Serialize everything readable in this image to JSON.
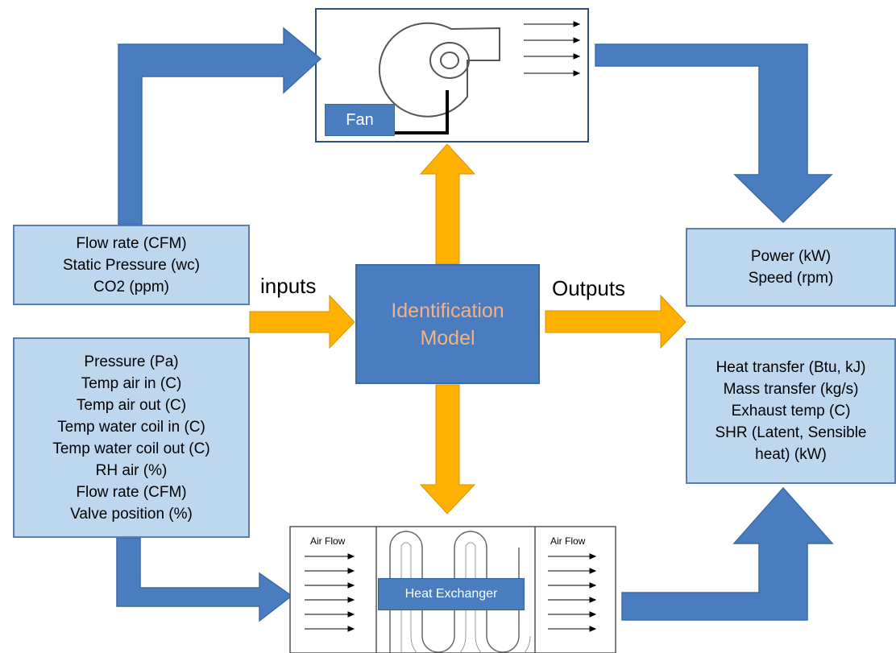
{
  "colors": {
    "arrow_blue": "#4a7cc0",
    "arrow_orange": "#ffb000",
    "box_fill": "#bdd7ee",
    "model_text": "#f4b183"
  },
  "labels": {
    "inputs": "inputs",
    "outputs": "Outputs"
  },
  "model": {
    "line1": "Identification",
    "line2": "Model"
  },
  "fan": {
    "label": "Fan"
  },
  "heat_exchanger": {
    "label": "Heat Exchanger",
    "airflow_left": "Air Flow",
    "airflow_right": "Air Flow"
  },
  "inputs_top": {
    "lines": [
      "Flow rate (CFM)",
      "Static Pressure (wc)",
      "CO2 (ppm)"
    ]
  },
  "inputs_bottom": {
    "lines": [
      "Pressure (Pa)",
      "Temp air in (C)",
      "Temp air out (C)",
      "Temp water coil in (C)",
      "Temp water coil out (C)",
      "RH air (%)",
      "Flow rate (CFM)",
      "Valve position (%)"
    ]
  },
  "outputs_top": {
    "lines": [
      "Power (kW)",
      "Speed (rpm)"
    ]
  },
  "outputs_bottom": {
    "lines": [
      "Heat transfer (Btu, kJ)",
      "Mass transfer (kg/s)",
      "Exhaust temp (C)",
      "SHR (Latent, Sensible",
      "heat) (kW)"
    ]
  }
}
